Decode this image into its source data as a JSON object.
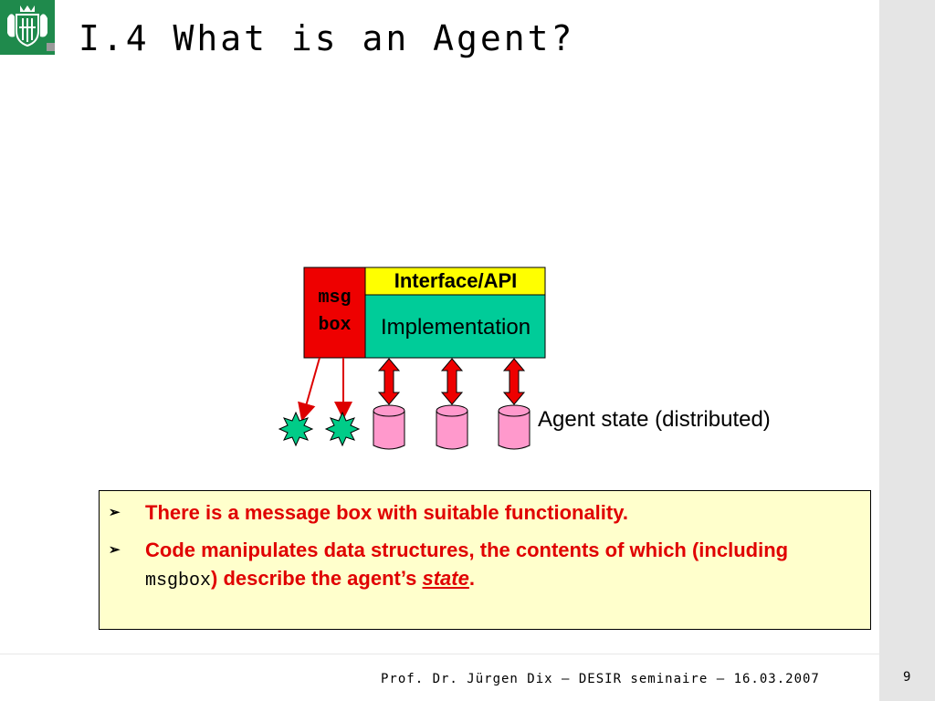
{
  "slide": {
    "title": "I.4 What is an Agent?",
    "logo_icon": "coat-of-arms-icon"
  },
  "diagram": {
    "msgbox_line1": "msg",
    "msgbox_line2": "box",
    "interface_label": "Interface/API",
    "implementation_label": "Implementation",
    "agent_state_label": "Agent state (distributed)",
    "colors": {
      "msgbox": "#ee0000",
      "interface": "#ffff00",
      "implementation": "#00cc99",
      "database": "#ff99cc",
      "message_star": "#00cc88",
      "arrow": "#dd0000"
    }
  },
  "bullets": {
    "item1": "There is a message box with suitable functionality.",
    "item2_part1": "Code manipulates data structures, the contents of which (including ",
    "item2_code": "msgbox",
    "item2_part2": ") describe the agent’s ",
    "item2_state": "state",
    "item2_end": ".",
    "marker_icon": "arrow-bullet-icon",
    "marker": "➢"
  },
  "footer": {
    "text": "Prof. Dr. Jürgen Dix – DESIR seminaire – 16.03.2007",
    "page": "9"
  }
}
